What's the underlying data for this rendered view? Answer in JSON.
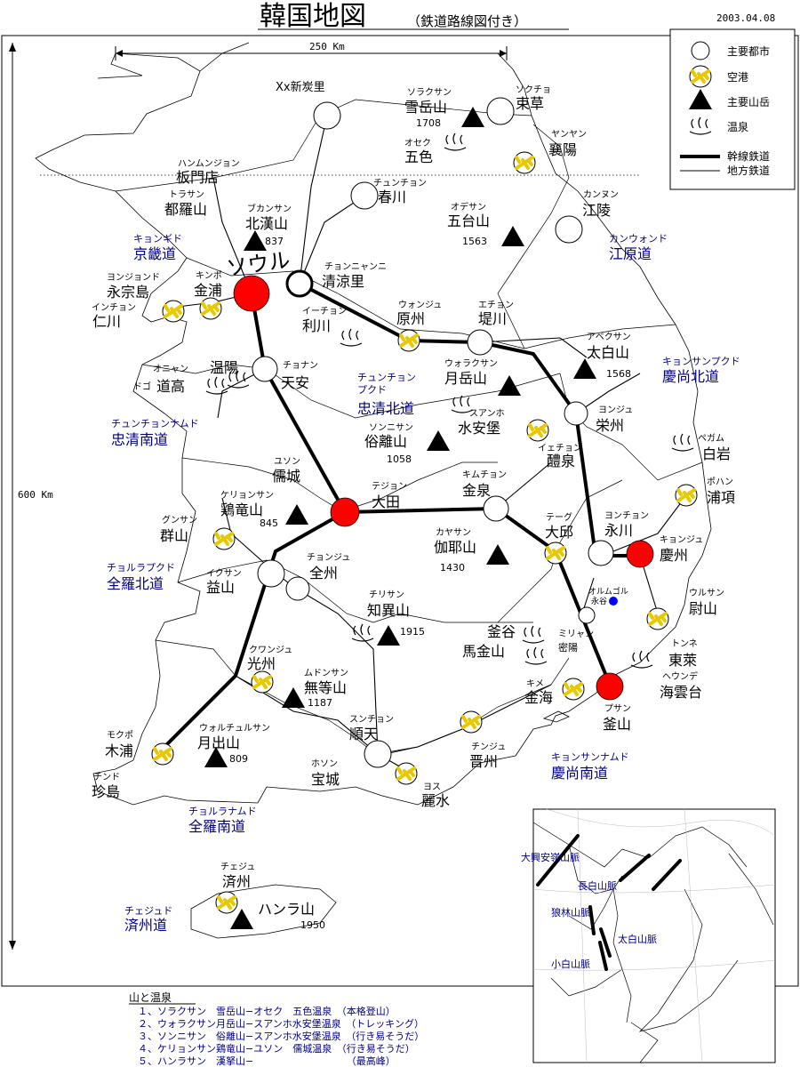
{
  "title": "韓国地図",
  "subtitle": "（鉄道路線図付き）",
  "date": "2003.04.08",
  "scale_h": "250 Km",
  "scale_v": "600 Km",
  "legend": {
    "city": "主要都市",
    "airport": "空港",
    "mountain": "主要山岳",
    "onsen": "温泉",
    "trunk_rail": "幹線鉄道",
    "local_rail": "地方鉄道"
  },
  "colors": {
    "accent_city": "#ff0000",
    "airport": "#ffee00",
    "province": "#000080",
    "border": "#000000"
  },
  "labels": {
    "sinsanri": "Xx新炭里",
    "sorak_kana": "ソラクサン",
    "sorak": "雪岳山",
    "sorak_h": "1708",
    "sokcho_kana": "ソクチョ",
    "sokcho": "束草",
    "yangyang_kana": "ヤンヤン",
    "yangyang": "襄陽",
    "osaek_kana": "オセク",
    "osaek": "五色",
    "panmun_kana": "ハンムンジョン",
    "panmun": "板門店",
    "dora_kana": "トラサン",
    "dora": "都羅山",
    "chuncheon_kana": "チュンチョン",
    "chuncheon": "春川",
    "bukhan_kana": "ブカンサン",
    "bukhan": "北漢山",
    "bukhan_h": "837",
    "odae_kana": "オデサン",
    "odae": "五台山",
    "odae_h": "1563",
    "gangneung_kana": "カンヌン",
    "gangneung": "江陵",
    "gyeonggi_kana": "キョンギド",
    "gyeonggi": "京畿道",
    "seoul": "ソウル",
    "cheongnyang_kana": "チョンニャンニ",
    "cheongnyang": "清涼里",
    "gangwon_kana": "カンウォンド",
    "gangwon": "江原道",
    "yeongjong_kana": "ヨンジョンド",
    "yeongjong": "永宗島",
    "gimpo_kana": "キンポ",
    "gimpo": "金浦",
    "incheon_kana": "インチョン",
    "incheon": "仁川",
    "wonju_kana": "ウォンジュ",
    "wonju": "原州",
    "jecheon_kana": "エチョン",
    "jecheon": "堤川",
    "icheon_kana": "イーチョン",
    "icheon": "利川",
    "taebaek_kana": "アベクサン",
    "taebaek": "太白山",
    "taebaek_h": "1568",
    "onyang_kana": "オニャン",
    "onyang": "温陽",
    "dogo_kana": "ドゴ",
    "dogo": "道高",
    "cheonan_kana": "チョナン",
    "cheonan": "天安",
    "chungbuk_kana": "チュンチョン\nプクド",
    "chungbuk": "忠清北道",
    "woraksan_kana": "ウォラクサン",
    "woraksan": "月岳山",
    "gyeongbuk_kana": "キョンサンプクド",
    "gyeongbuk": "慶尚北道",
    "suanbo_kana": "スアンホ",
    "suanbo": "水安堡",
    "yeongju_kana": "ヨンジュ",
    "yeongju": "栄州",
    "chungnam_kana": "チュンチョンナムド",
    "chungnam": "忠清南道",
    "songni_kana": "ソンニサン",
    "songni": "俗離山",
    "songni_h": "1058",
    "yecheon_kana": "イェチョン",
    "yecheon": "醴泉",
    "baegam_kana": "ペガム",
    "baegam": "白岩",
    "yuseong_kana": "ユソン",
    "yuseong": "儒城",
    "pohang_kana": "ポハン",
    "pohang": "浦項",
    "gyeryong_kana": "ケリョンサン",
    "gyeryong": "鶏竜山",
    "gyeryong_h": "845",
    "daejeon_kana": "テジョン",
    "daejeon": "大田",
    "gimcheon_kana": "キムチョン",
    "gimcheon": "金泉",
    "gunsan_kana": "グンサン",
    "gunsan": "群山",
    "gaya_kana": "カヤサン",
    "gaya": "伽耶山",
    "gaya_h": "1430",
    "daegu_kana": "テーグ",
    "daegu": "大邱",
    "yeongcheon_kana": "ヨンチョン",
    "yeongcheon": "永川",
    "gyeongju_kana": "キョンジュ",
    "gyeongju": "慶州",
    "jeonbuk_kana": "チョルラプクド",
    "jeonbuk": "全羅北道",
    "iksan_kana": "イクサン",
    "iksan": "益山",
    "jeonju_kana": "チョンジュ",
    "jeonju": "全州",
    "olmugol_kana": "オルムゴル",
    "olmugol": "永谷",
    "ulsan_kana": "ウルサン",
    "ulsan": "尉山",
    "jiri_kana": "チリサン",
    "jiri": "知異山",
    "jiri_h": "1915",
    "bugok": "釜谷",
    "miryang_kana": "ミリャン",
    "miryang": "密陽",
    "magumsan": "馬金山",
    "dongnae_kana": "トンネ",
    "dongnae": "東萊",
    "haeundae_kana": "ヘウンデ",
    "haeundae": "海雲台",
    "gwangju_kana": "クワンジュ",
    "gwangju": "光州",
    "mudeung_kana": "ムドンサン",
    "mudeung": "無等山",
    "mudeung_h": "1187",
    "gimhae_kana": "キメ",
    "gimhae": "金海",
    "busan_kana": "プサン",
    "busan": "釜山",
    "mokpo_kana": "モクポ",
    "mokpo": "木浦",
    "wolchul_kana": "ウォルチュルサン",
    "wolchul": "月出山",
    "wolchul_h": "809",
    "suncheon_kana": "スンチョン",
    "suncheon": "順天",
    "jinju_kana": "チンジュ",
    "jinju": "晋州",
    "gyeongnam_kana": "キョンサンナムド",
    "gyeongnam": "慶尚南道",
    "jindo_kana": "チンド",
    "jindo": "珍島",
    "boseong_kana": "ホソン",
    "boseong": "宝城",
    "yeosu_kana": "ヨス",
    "yeosu": "麗水",
    "jeonnam_kana": "チョルラナムド",
    "jeonnam": "全羅南道",
    "jeju_kana": "チェジュ",
    "jeju": "済州",
    "halla": "ハンラ山",
    "halla_h": "1950",
    "jejudo_kana": "チェジュド",
    "jejudo": "済州道"
  },
  "inset": {
    "m1": "大興安嶺山脈",
    "m2": "長白山脈",
    "m3": "狼林山脈",
    "m4": "太白山脈",
    "m5": "小白山脈"
  },
  "footnote": {
    "heading": "山と温泉",
    "lines": [
      "１、ソラクサン　雪岳山−オセク　五色温泉　（本格登山）",
      "２、ウォラクサン月岳山−スアンホ水安堡温泉　（トレッキング）",
      "３、ソンニサン　俗離山−スアンホ水安堡温泉　（行き易そうだ）",
      "４、ケリョンサン鶏竜山−ユソン　儒城温泉　（行き易そうだ）",
      "５、ハンラサン　漢拏山−　　　　　　　　　　（最高峰）"
    ]
  }
}
